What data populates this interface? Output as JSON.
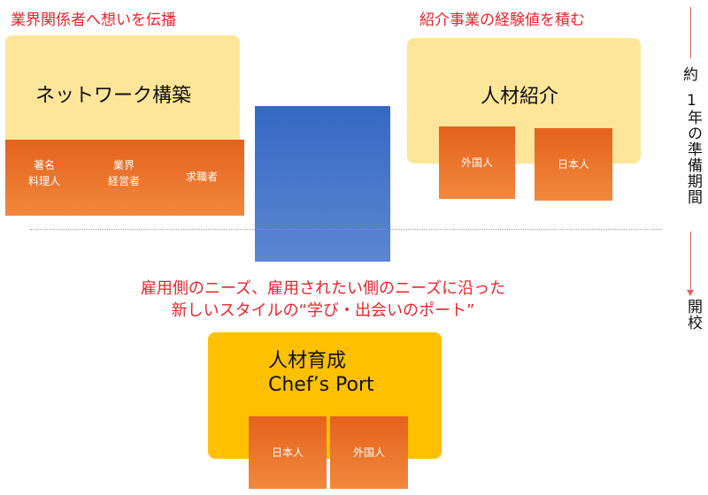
{
  "headings": {
    "left": "業界関係者へ想いを伝播",
    "right": "紹介事業の経験値を積む"
  },
  "network_box": {
    "title": "ネットワーク構築",
    "items": [
      "著名\n料理人",
      "業界\n経営者",
      "求職者"
    ]
  },
  "referral_box": {
    "title": "人材紹介",
    "items": [
      "外国人",
      "日本人"
    ]
  },
  "message": {
    "line1": "雇用側のニーズ、雇用されたい側のニーズに沿った",
    "line2": "新しいスタイルの“学び・出会いのポート”"
  },
  "training_box": {
    "title_line1": "人材育成",
    "title_line2": "Chef’s Port",
    "items": [
      "日本人",
      "外国人"
    ]
  },
  "timeline": {
    "prep_label_top": "約",
    "prep_label_num": "1",
    "prep_label_rest": "年の準備期間",
    "open_label": "開校"
  },
  "colors": {
    "heading_red": "#e8242b",
    "light_yellow": "#fde69a",
    "gold": "#fec000",
    "orange": "#e4621e",
    "blue": "#3569c4"
  }
}
